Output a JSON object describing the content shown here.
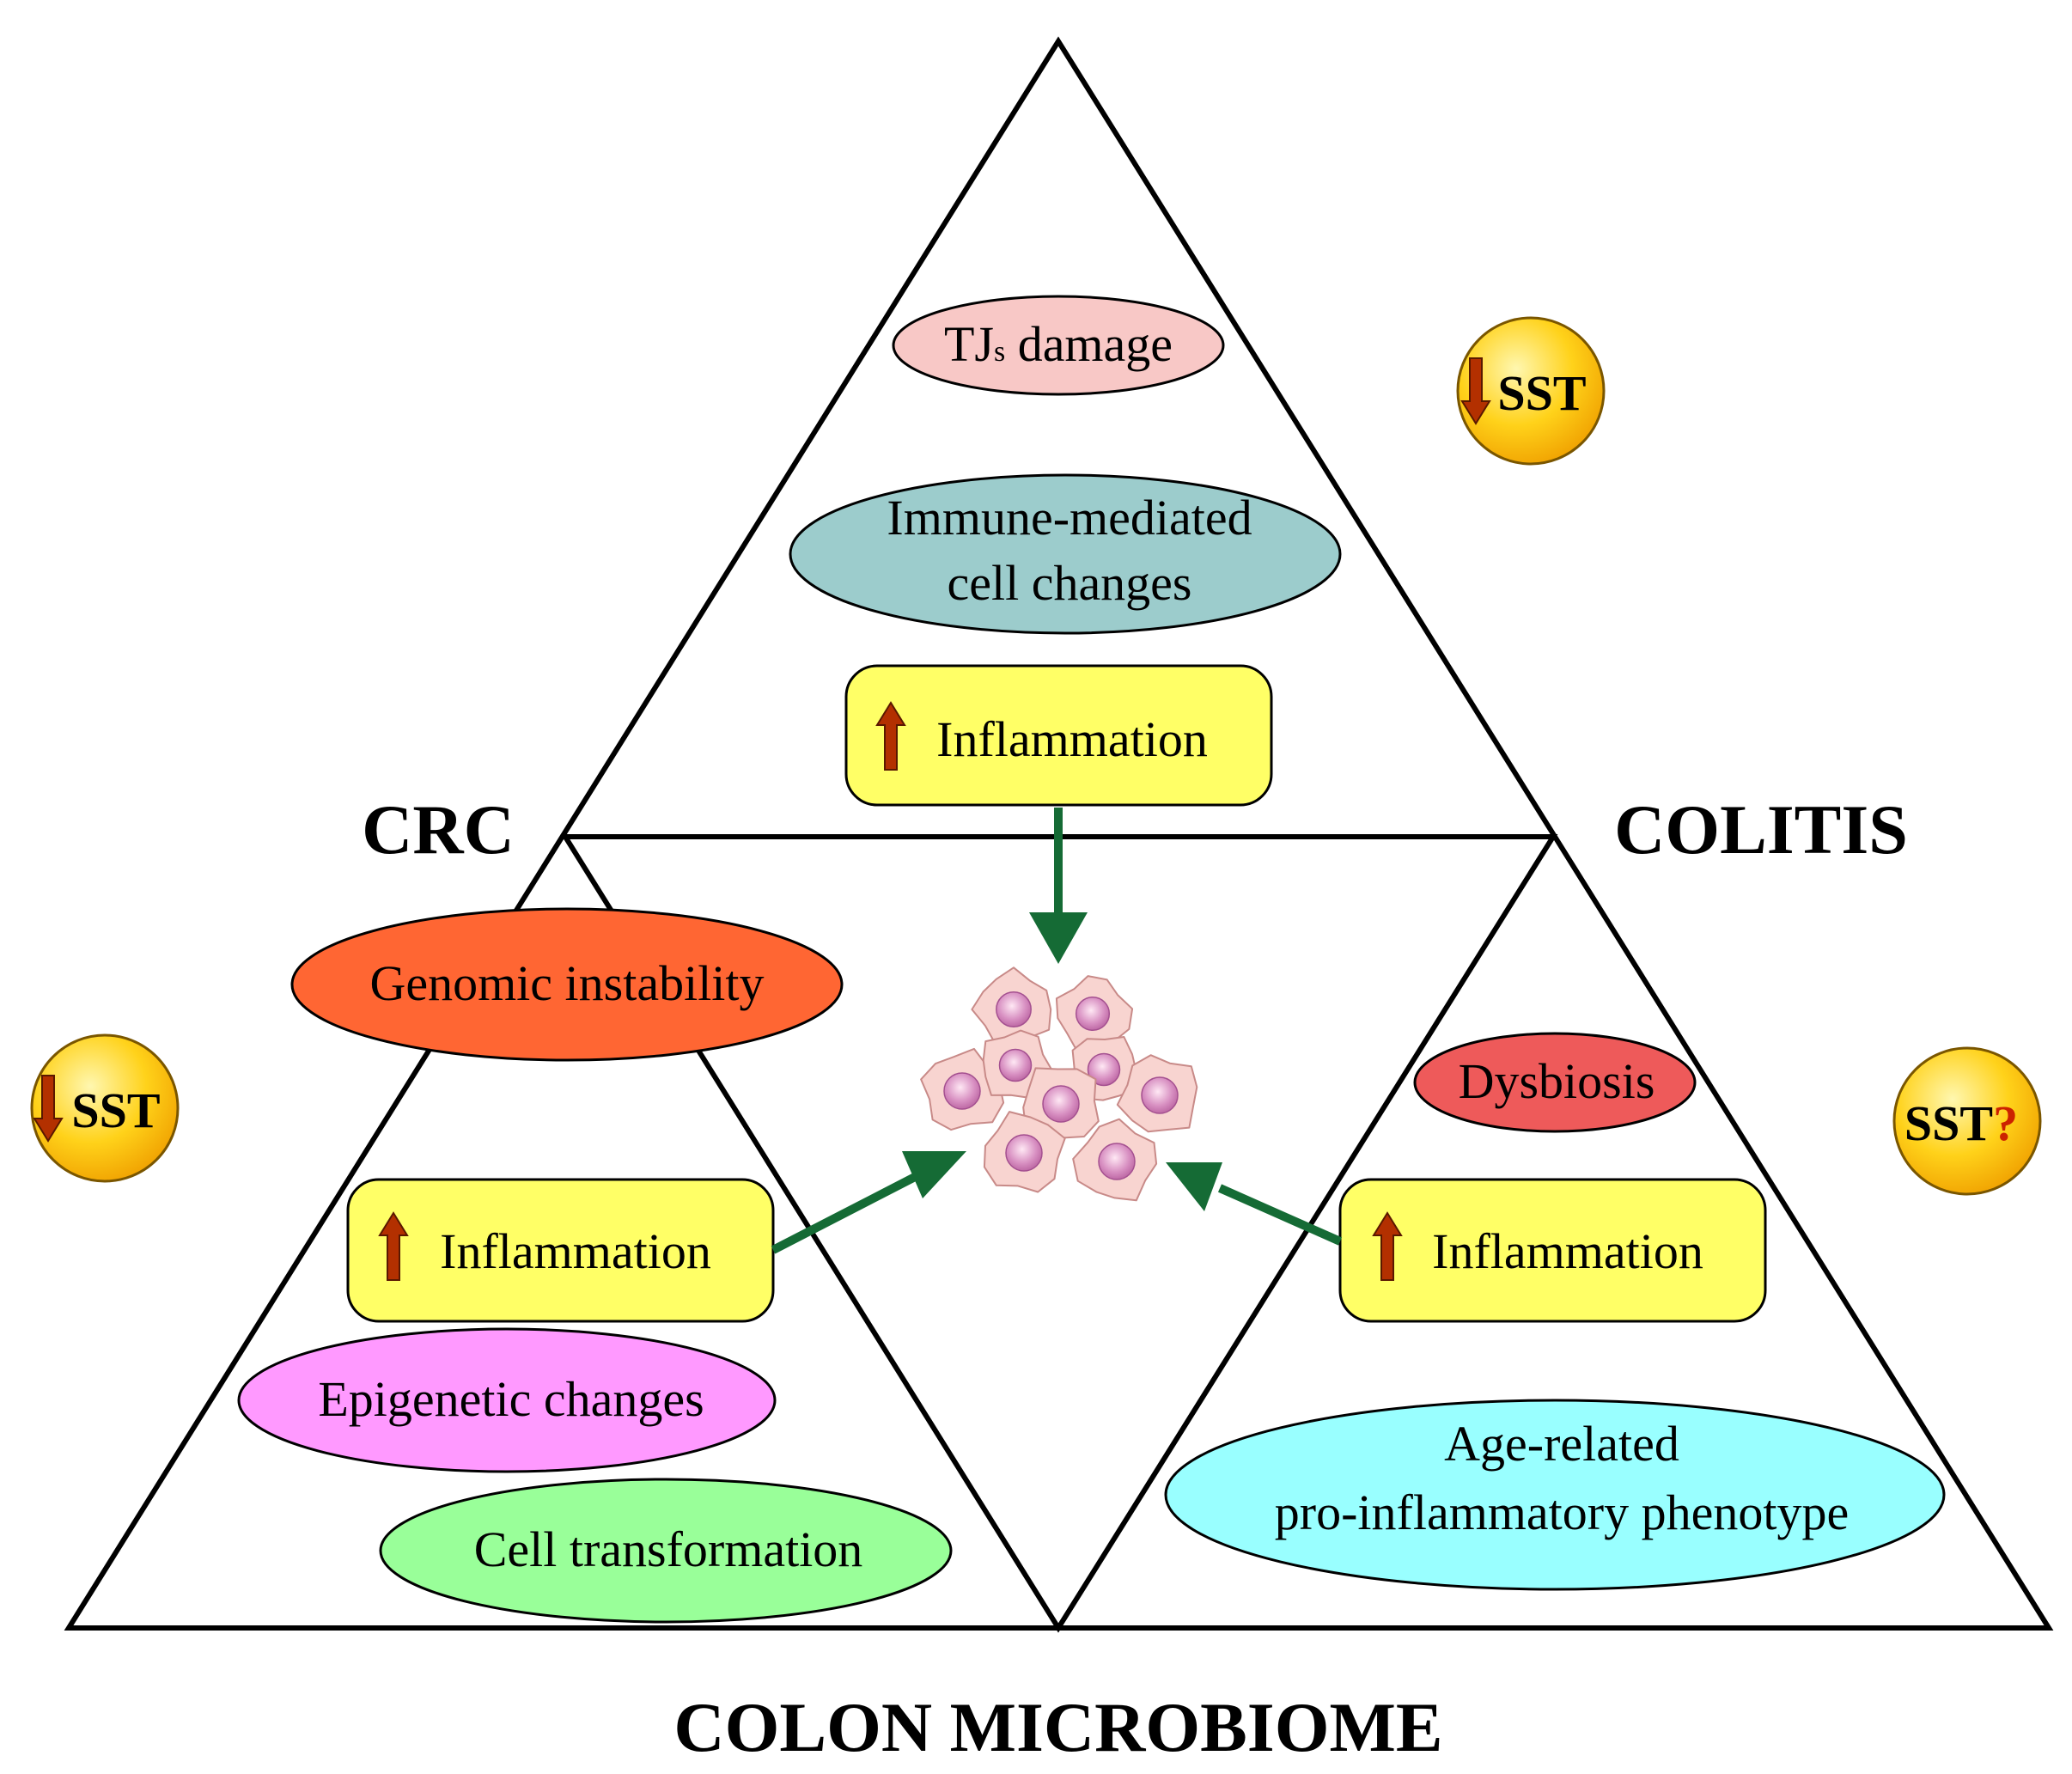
{
  "labels": {
    "crc": "CRC",
    "colitis": "COLITIS",
    "microbiome": "COLON MICROBIOME"
  },
  "top_section": {
    "tjs_damage": {
      "prefix": "TJ",
      "sub": "s",
      "suffix": " damage",
      "color": "#f8c8c6"
    },
    "immune": {
      "line1": "Immune-mediated",
      "line2": "cell changes",
      "color": "#9ccccc"
    },
    "inflammation": {
      "label": "Inflammation",
      "color": "#ffff66"
    }
  },
  "left_section": {
    "genomic": {
      "label": "Genomic instability",
      "color": "#ff6633"
    },
    "inflammation": {
      "label": "Inflammation",
      "color": "#ffff66"
    },
    "epigenetic": {
      "label": "Epigenetic changes",
      "color": "#ff99ff"
    },
    "transformation": {
      "label": "Cell transformation",
      "color": "#99ff99"
    }
  },
  "right_section": {
    "dysbiosis": {
      "label": "Dysbiosis",
      "color": "#ee5a5a"
    },
    "inflammation": {
      "label": "Inflammation",
      "color": "#ffff66"
    },
    "age_related": {
      "line1": "Age-related",
      "line2": "pro-inflammatory phenotype",
      "color": "#99ffff"
    }
  },
  "sst_badges": {
    "top_right": {
      "label": "SST"
    },
    "left": {
      "label": "SST"
    },
    "right": {
      "label": "SST",
      "mark": "?"
    }
  },
  "colors": {
    "arrow_green": "#156b35",
    "arrow_red": "#b33000",
    "badge_gold": "#f4b400",
    "question_red": "#cc2200"
  },
  "icons": {
    "up_arrow": "up-arrow-icon",
    "down_arrow": "down-arrow-icon",
    "cells": "tumor-cells-icon"
  }
}
